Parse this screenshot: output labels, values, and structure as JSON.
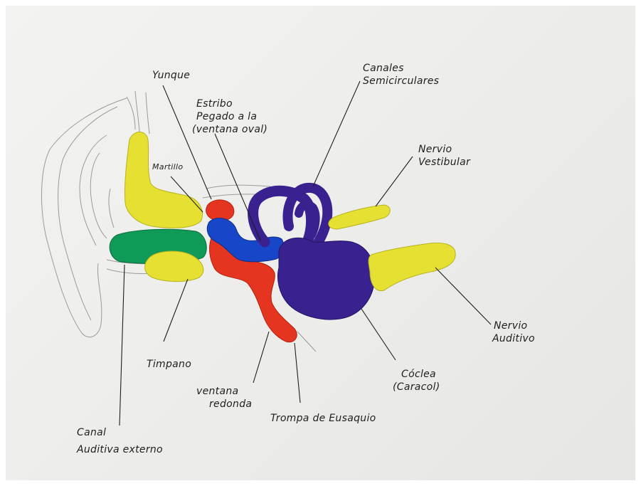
{
  "colors": {
    "paper": "#ededeb",
    "yellow_clay": "#e6e033",
    "green_clay": "#0f9a58",
    "red_clay": "#e5341f",
    "blue_clay": "#1747c8",
    "purple_clay": "#3a2190",
    "ink": "#1e1e1e",
    "pencil": "#9a9a9a"
  },
  "labels": {
    "yunque": "Yunque",
    "estribo": [
      "Estribo",
      "Pegado a la",
      "(ventana oval)"
    ],
    "martillo": "Martillo",
    "canales": [
      "Canales",
      "Semicirculares"
    ],
    "nervio_vestibular": [
      "Nervio",
      "Vestibular"
    ],
    "nervio_auditivo": [
      "Nervio",
      "Auditivo"
    ],
    "timpano": "Timpano",
    "canal_auditivo": [
      "Canal",
      "Auditiva externo"
    ],
    "ventana_redonda": [
      "ventana",
      "redonda"
    ],
    "trompa": "Trompa de Eusaquio",
    "coclea": [
      "Cóclea",
      "(Caracol)"
    ]
  }
}
